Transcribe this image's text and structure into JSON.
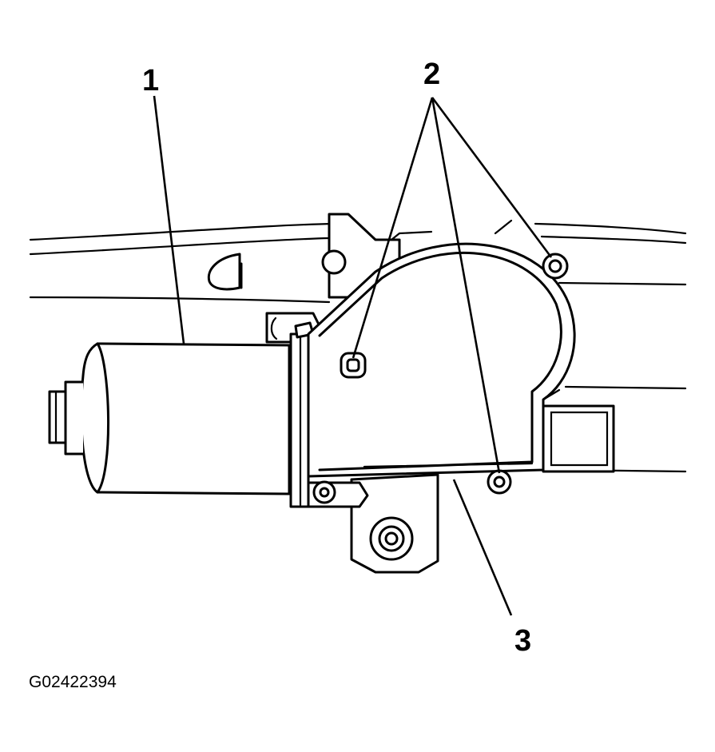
{
  "callouts": {
    "motor": "1",
    "bolts": "2",
    "module": "3"
  },
  "figure_id": "G02422394"
}
